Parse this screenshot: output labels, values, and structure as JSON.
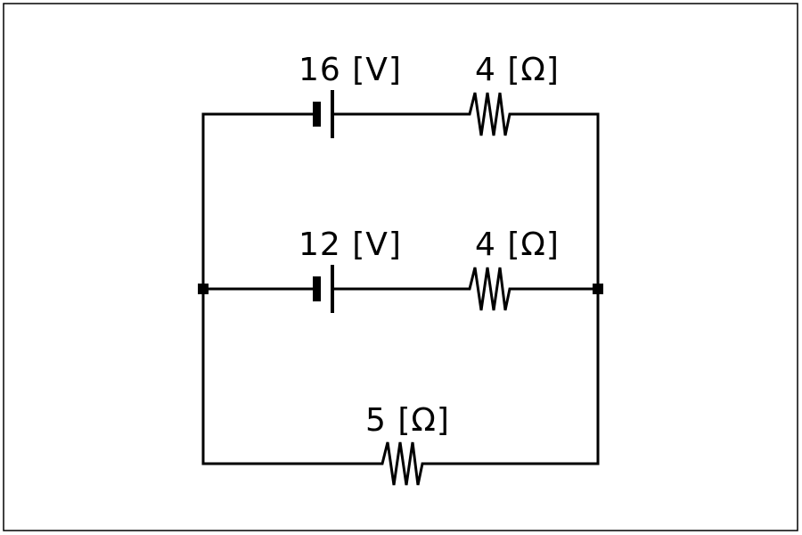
{
  "circuit": {
    "top_branch": {
      "battery_label": "16 [V]",
      "resistor_label": "4 [Ω]"
    },
    "middle_branch": {
      "battery_label": "12 [V]",
      "resistor_label": "4 [Ω]"
    },
    "bottom_branch": {
      "resistor_label": "5 [Ω]"
    }
  }
}
